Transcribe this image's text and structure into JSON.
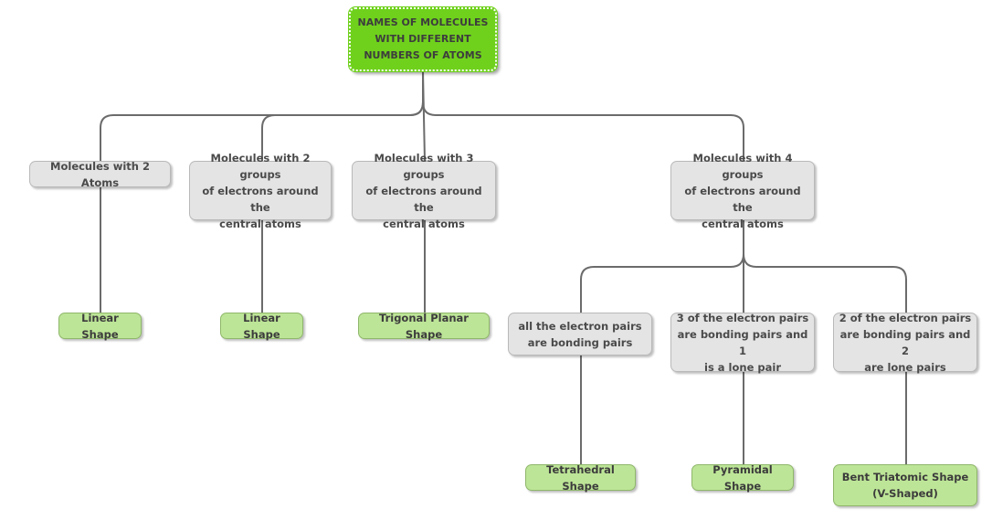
{
  "diagram": {
    "root": {
      "label": "NAMES OF MOLECULES\nWITH DIFFERENT\nNUMBERS OF ATOMS"
    },
    "categories": [
      {
        "label": "Molecules with 2 Atoms"
      },
      {
        "label": "Molecules with 2 groups\nof electrons around the\ncentral atoms"
      },
      {
        "label": "Molecules with 3 groups\nof electrons around the\ncentral atoms"
      },
      {
        "label": "Molecules with 4 groups\nof electrons around the\ncentral atoms"
      }
    ],
    "subcategories": [
      {
        "label": "all the electron pairs\nare bonding pairs"
      },
      {
        "label": "3 of the electron pairs\nare bonding pairs and 1\nis a lone pair"
      },
      {
        "label": "2 of the electron pairs\nare bonding pairs and 2\nare lone pairs"
      }
    ],
    "shapes": [
      {
        "label": "Linear Shape"
      },
      {
        "label": "Linear Shape"
      },
      {
        "label": "Trigonal Planar Shape"
      },
      {
        "label": "Tetrahedral Shape"
      },
      {
        "label": "Pyramidal Shape"
      },
      {
        "label": "Bent Triatomic Shape\n(V-Shaped)"
      }
    ]
  }
}
